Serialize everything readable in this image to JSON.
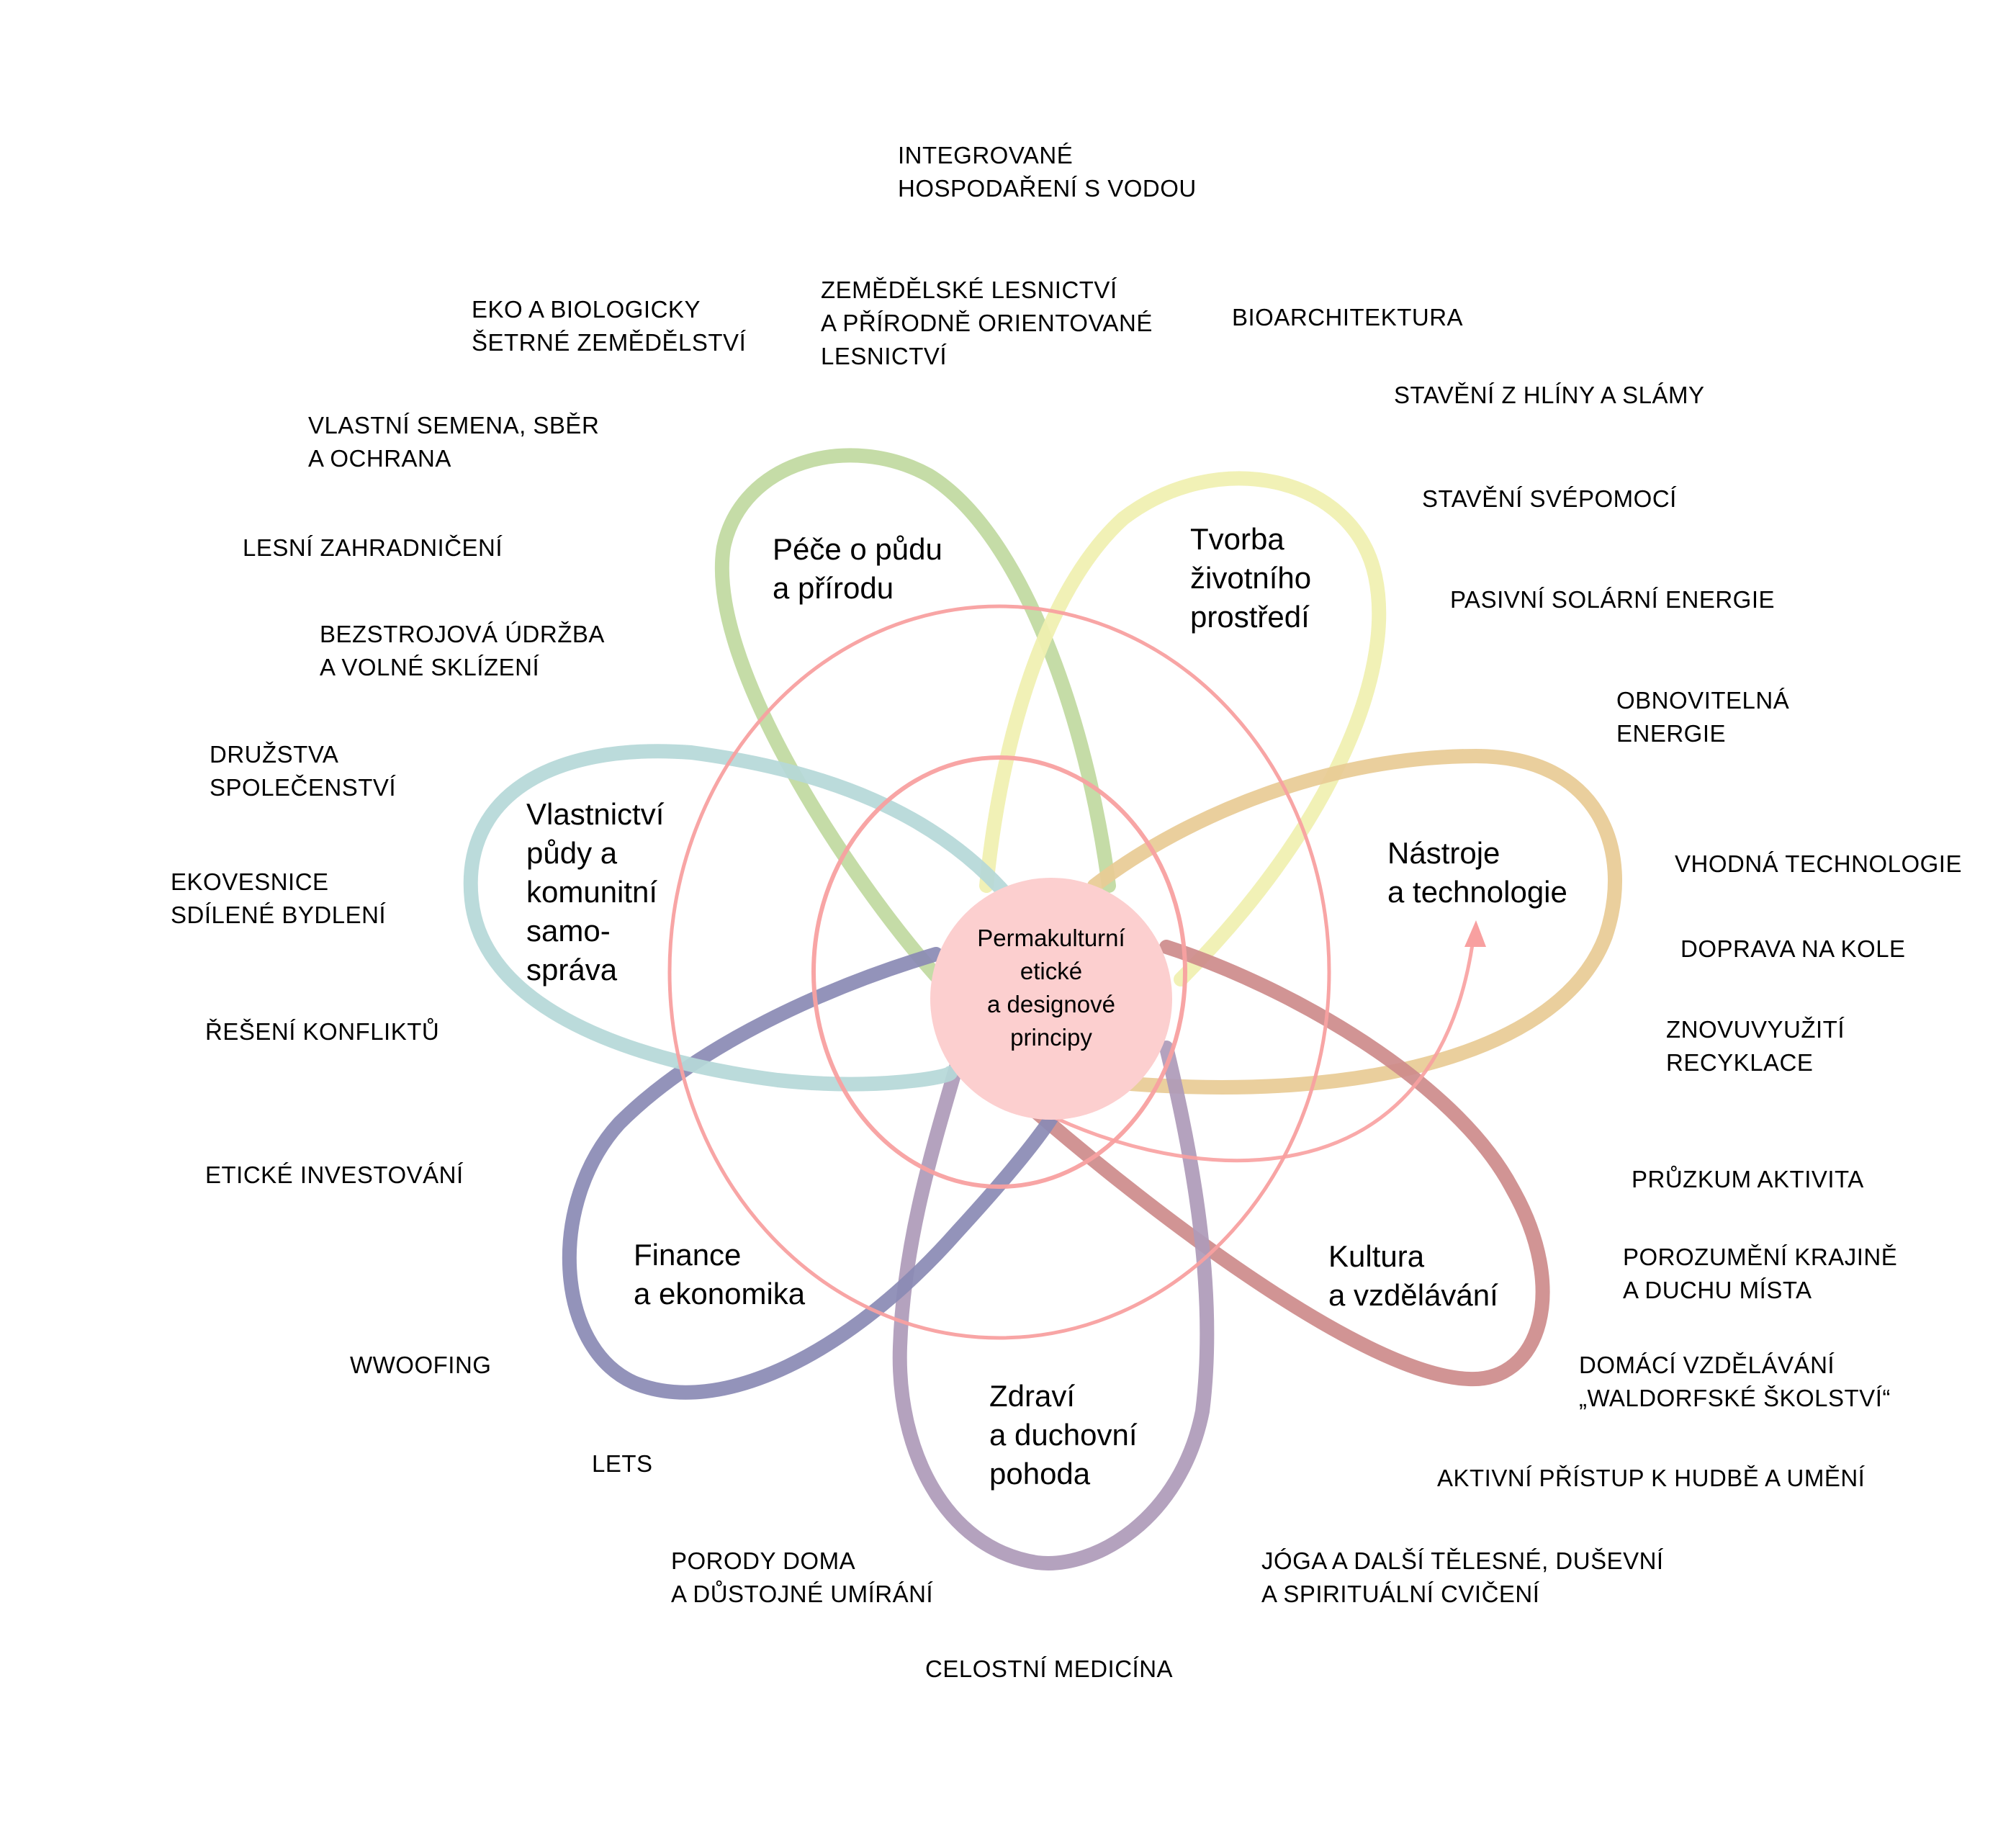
{
  "center": {
    "label": "Permakulturní\netické\na designové\nprincipy",
    "fill": "#fccfcf"
  },
  "rings": {
    "color": "#f8a0a0"
  },
  "arrow": {
    "color": "#f8a0a0"
  },
  "petals": [
    {
      "id": "pece",
      "label": "Péče o půdu\na přírodu",
      "color": "#c0d9a0"
    },
    {
      "id": "tvorba",
      "label": "Tvorba\nživotního\nprostředí",
      "color": "#f0f0b0"
    },
    {
      "id": "nastroje",
      "label": "Nástroje\na technologie",
      "color": "#e8cb95"
    },
    {
      "id": "kultura",
      "label": "Kultura\na vzdělávání",
      "color": "#cd8b8b"
    },
    {
      "id": "zdravi",
      "label": "Zdraví\na duchovní\npohoda",
      "color": "#ae9ab9"
    },
    {
      "id": "finance",
      "label": "Finance\na ekonomika",
      "color": "#8a8ab4"
    },
    {
      "id": "vlastnictvi",
      "label": "Vlastnictví\npůdy a\nkomunitní\nsamo-\nspráva",
      "color": "#b5d8d8"
    }
  ],
  "topics": [
    "INTEGROVANÉ\nHOSPODAŘENÍ S VODOU",
    "EKO A BIOLOGICKY\nŠETRNÉ ZEMĚDĚLSTVÍ",
    "ZEMĚDĚLSKÉ LESNICTVÍ\nA PŘÍRODNĚ ORIENTOVANÉ\nLESNICTVÍ",
    "BIOARCHITEKTURA",
    "STAVĚNÍ Z HLÍNY A SLÁMY",
    "VLASTNÍ SEMENA, SBĚR\nA OCHRANA",
    "STAVĚNÍ SVÉPOMOCÍ",
    "LESNÍ ZAHRADNIČENÍ",
    "PASIVNÍ SOLÁRNÍ ENERGIE",
    "BEZSTROJOVÁ ÚDRŽBA\nA VOLNÉ SKLÍZENÍ",
    "OBNOVITELNÁ\nENERGIE",
    "DRUŽSTVA\nSPOLEČENSTVÍ",
    "EKOVESNICE\nSDÍLENÉ BYDLENÍ",
    "VHODNÁ TECHNOLOGIE",
    "DOPRAVA NA KOLE",
    "ŘEŠENÍ KONFLIKTŮ",
    "ZNOVUVYUŽITÍ\nRECYKLACE",
    "ETICKÉ INVESTOVÁNÍ",
    "PRŮZKUM AKTIVITA",
    "POROZUMĚNÍ KRAJINĚ\nA DUCHU MÍSTA",
    "WWOOFING",
    "DOMÁCÍ VZDĚLÁVÁNÍ\n„WALDORFSKÉ ŠKOLSTVÍ“",
    "LETS",
    "AKTIVNÍ PŘÍSTUP K HUDBĚ A UMĚNÍ",
    "PORODY DOMA\nA DŮSTOJNÉ UMÍRÁNÍ",
    "JÓGA A DALŠÍ TĚLESNÉ, DUŠEVNÍ\nA SPIRITUÁLNÍ CVIČENÍ",
    "CELOSTNÍ MEDICÍNA"
  ]
}
